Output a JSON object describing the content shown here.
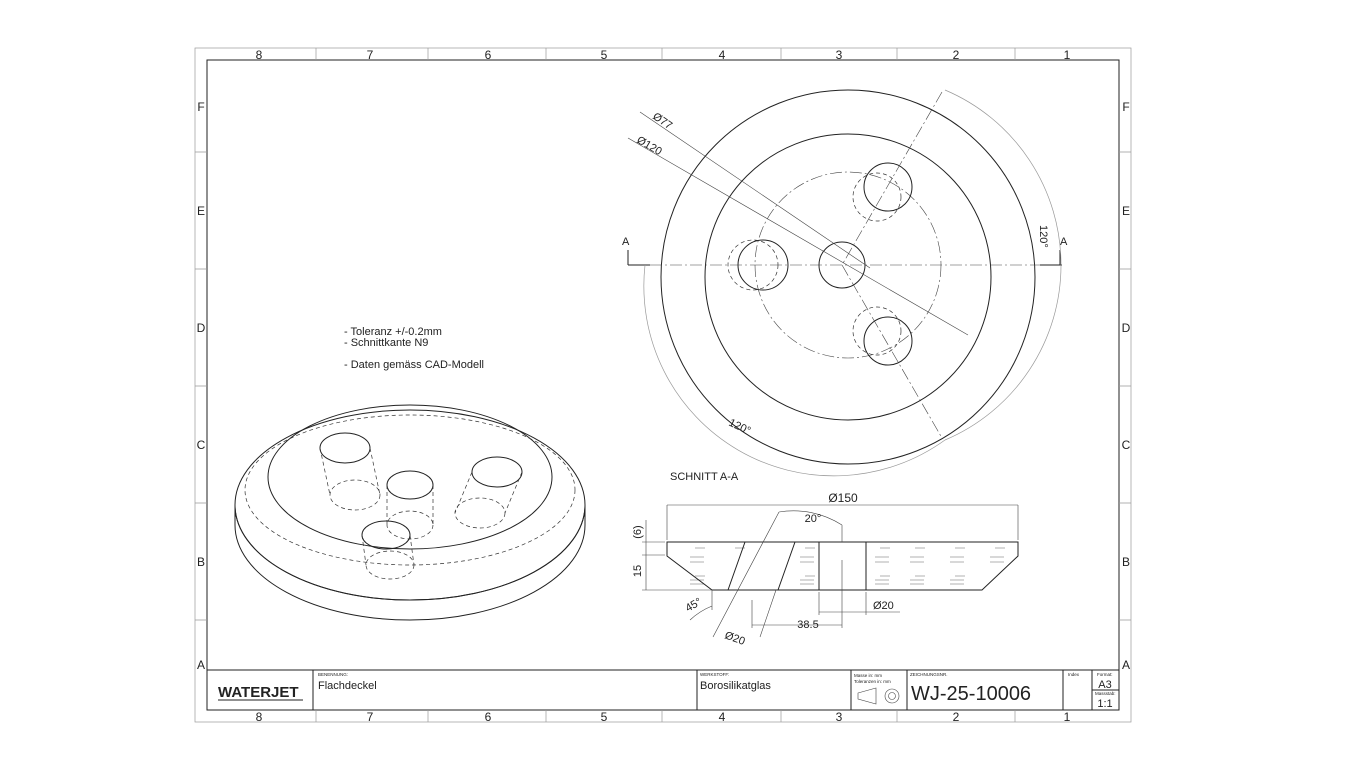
{
  "zones": {
    "columns": [
      "8",
      "7",
      "6",
      "5",
      "4",
      "3",
      "2",
      "1"
    ],
    "rows": [
      "F",
      "E",
      "D",
      "C",
      "B",
      "A"
    ]
  },
  "notes": [
    "- Toleranz +/-0.2mm",
    "- Schnittkante N9",
    "- Daten gemäss CAD-Modell"
  ],
  "top_view": {
    "dim_d77": "Ø77",
    "dim_d120": "Ø120",
    "angle_right": "120°",
    "angle_bottom": "120°",
    "section_mark_left": "A",
    "section_mark_right": "A"
  },
  "section": {
    "title": "SCHNITT A-A",
    "dim_d150": "Ø150",
    "dim_20deg": "20°",
    "dim_6": "(6)",
    "dim_15": "15",
    "dim_45deg": "45°",
    "dim_d20_angled": "Ø20",
    "dim_38_5": "38.5",
    "dim_d20_center": "Ø20"
  },
  "title_block": {
    "logo": "WATERJET",
    "benennung_label": "BENENNUNG:",
    "benennung": "Flachdeckel",
    "werkstoff_label": "WERKSTOFF:",
    "werkstoff": "Borosilikatglas",
    "masse_label": "Masse in: mm",
    "toleranzen_label": "Toleranzen in: mm",
    "zeichnungsnr_label": "ZEICHNUNGSNR.",
    "zeichnungsnr": "WJ-25-10006",
    "index_label": "Index",
    "format_label": "Format:",
    "format": "A3",
    "massstab_label": "Massstab:",
    "massstab": "1:1"
  }
}
